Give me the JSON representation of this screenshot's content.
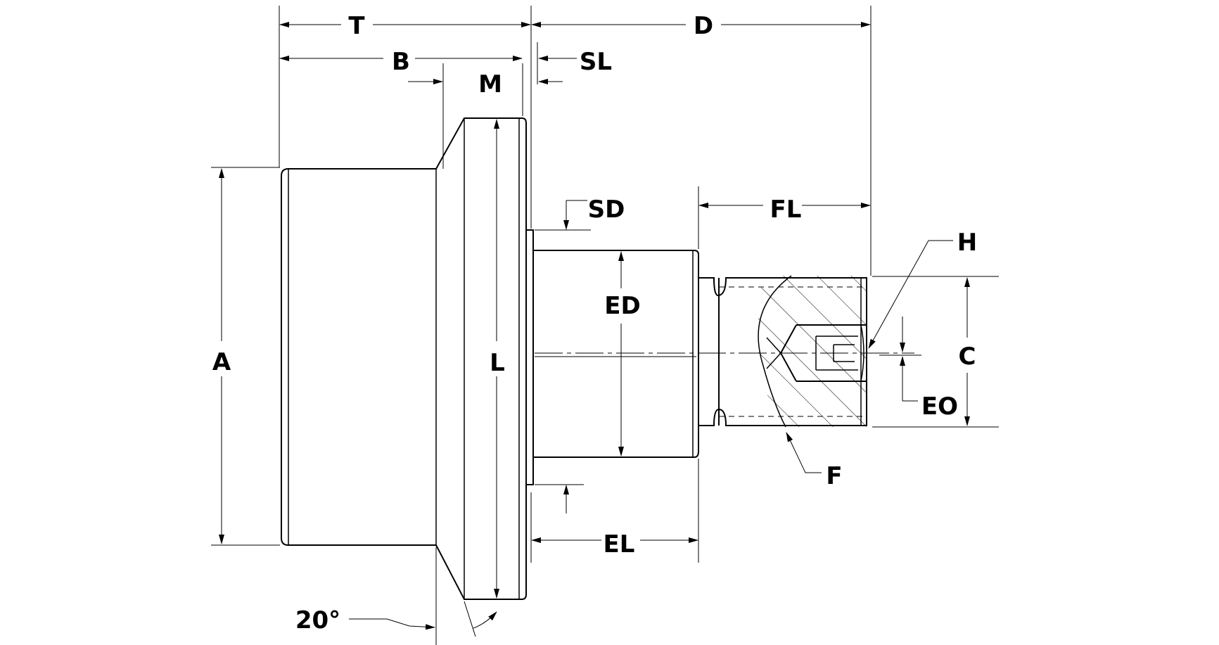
{
  "labels": {
    "T": "T",
    "D": "D",
    "B": "B",
    "SL": "SL",
    "M": "M",
    "SD": "SD",
    "FL": "FL",
    "H": "H",
    "ED": "ED",
    "A": "A",
    "L": "L",
    "C": "C",
    "EO": "EO",
    "F": "F",
    "EL": "EL",
    "angle": "20°"
  }
}
